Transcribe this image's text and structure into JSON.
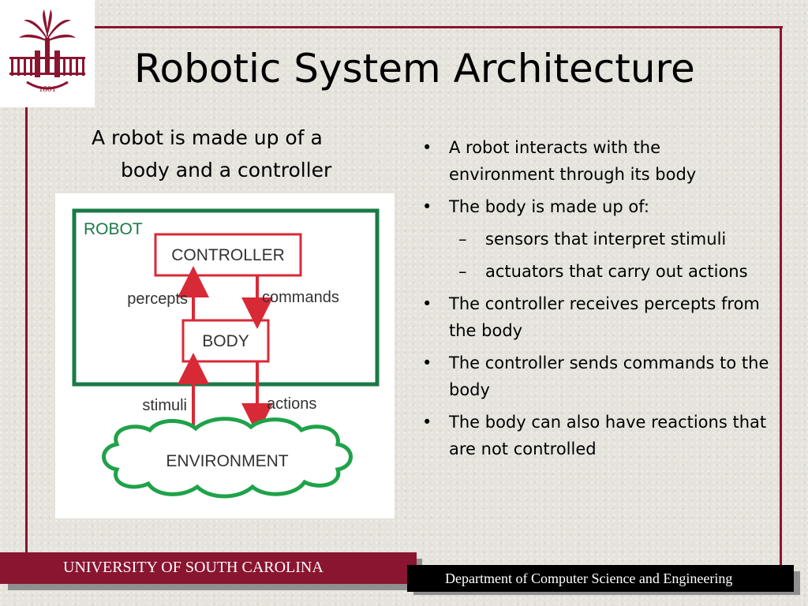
{
  "slide": {
    "title": "Robotic System Architecture",
    "caption": {
      "line1": "A robot is made up of a",
      "line2": "body and a controller"
    },
    "logo": {
      "icon": "palmetto-tree-seal",
      "text": "1801"
    },
    "diagram": {
      "robot_label": "ROBOT",
      "controller_label": "CONTROLLER",
      "body_label": "BODY",
      "environment_label": "ENVIRONMENT",
      "percepts_label": "percepts",
      "commands_label": "commands",
      "stimuli_label": "stimuli",
      "actions_label": "actions"
    },
    "bullets": [
      {
        "mark": "•",
        "text": "A robot interacts with the environment through its body"
      },
      {
        "mark": "•",
        "text": "The body is made up of:"
      },
      {
        "mark": "–",
        "text": "sensors that interpret stimuli"
      },
      {
        "mark": "–",
        "text": "actuators that carry out actions"
      },
      {
        "mark": "•",
        "text": "The controller receives percepts from the body"
      },
      {
        "mark": "•",
        "text": "The controller sends commands to the body"
      },
      {
        "mark": "•",
        "text": "The body can also have reactions that are not controlled"
      }
    ],
    "footer": {
      "left": "UNIVERSITY OF SOUTH CAROLINA",
      "right": "Department of Computer Science and Engineering"
    },
    "colors": {
      "garnet": "#8a1530",
      "diagram_green": "#1a7a48",
      "diagram_red": "#d82a36"
    }
  }
}
